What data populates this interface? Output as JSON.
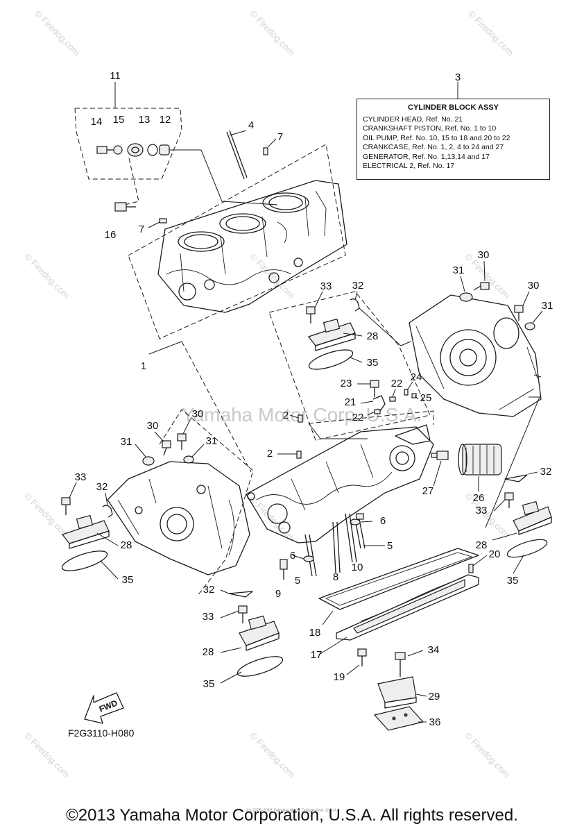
{
  "title": "CYLINDER BLOCK ASSY",
  "assembly_box_lines": [
    "CYLINDER HEAD, Ref. No. 21",
    "CRANKSHAFT PISTON, Ref. No. 1 to 10",
    "OIL PUMP, Ref. No. 10, 15 to 18 and 20 to 22",
    "CRANKCASE, Ref. No. 1, 2, 4 to 24 and 27",
    "GENERATOR, Ref. No. 1,13,14 and 17",
    "ELECTRICAL 2, Ref. No. 17"
  ],
  "callouts": {
    "c11": "11",
    "c3": "3",
    "c14": "14",
    "c15": "15",
    "c13": "13",
    "c12": "12",
    "c4": "4",
    "c7a": "7",
    "c7b": "7",
    "c16": "16",
    "c30a": "30",
    "c31a": "31",
    "c30b": "30",
    "c31b": "31",
    "c33a": "33",
    "c32a": "32",
    "c28a": "28",
    "c35a": "35",
    "c1": "1",
    "c23": "23",
    "c22a": "22",
    "c24": "24",
    "c21": "21",
    "c25": "25",
    "c22b": "22",
    "c2a": "2",
    "c2b": "2",
    "c30c": "30",
    "c30d": "30",
    "c31c": "31",
    "c31d": "31",
    "c33b": "33",
    "c32b": "32",
    "c28b": "28",
    "c35b": "35",
    "c27": "27",
    "c26": "26",
    "c32c": "32",
    "c33c": "33",
    "c6a": "6",
    "c6b": "6",
    "c5a": "5",
    "c5b": "5",
    "c8": "8",
    "c10": "10",
    "c9": "9",
    "c28c": "28",
    "c20": "20",
    "c35c": "35",
    "c32d": "32",
    "c33d": "33",
    "c28d": "28",
    "c35d": "35",
    "c18": "18",
    "c17": "17",
    "c19": "19",
    "c34": "34",
    "c29": "29",
    "c36": "36"
  },
  "fwd_label": "FWD",
  "diagram_code": "F2G3110-H080",
  "watermark_small": "© Firedog.com",
  "watermark_center": "Yamaha Motor Corp. U.S.A.",
  "tiny_line": "(c) 2005-2016 Yamaha Motor Corporation, U.S.A.",
  "footer": "©2013 Yamaha Motor Corporation, U.S.A. All rights reserved."
}
